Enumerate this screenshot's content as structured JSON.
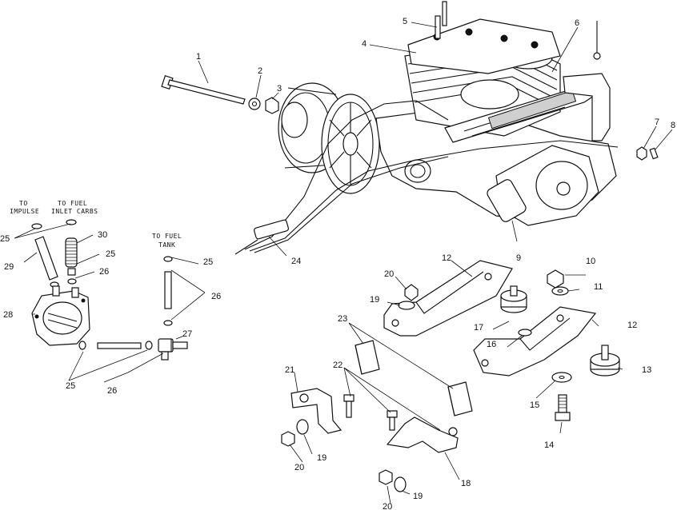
{
  "notes": {
    "to_impulse_1": "TO",
    "to_impulse_2": "IMPULSE",
    "to_fuel_1": "TO FUEL",
    "to_fuel_2": "INLET CARBS",
    "to_fuel_tank_1": "TO FUEL",
    "to_fuel_tank_2": "TANK"
  },
  "callouts": {
    "c1": "1",
    "c2": "2",
    "c3": "3",
    "c4": "4",
    "c5": "5",
    "c6": "6",
    "c7": "7",
    "c8": "8",
    "c9": "9",
    "c10": "10",
    "c11": "11",
    "c12a": "12",
    "c12b": "12",
    "c13": "13",
    "c14": "14",
    "c15": "15",
    "c16": "16",
    "c17": "17",
    "c18": "18",
    "c19a": "19",
    "c19b": "19",
    "c19c": "19",
    "c20a": "20",
    "c20b": "20",
    "c20c": "20",
    "c21": "21",
    "c22": "22",
    "c23": "23",
    "c24": "24",
    "c25a": "25",
    "c25b": "25",
    "c25c": "25",
    "c25d": "25",
    "c26a": "26",
    "c26b": "26",
    "c26c": "26",
    "c27": "27",
    "c28": "28",
    "c29": "29",
    "c30": "30"
  }
}
